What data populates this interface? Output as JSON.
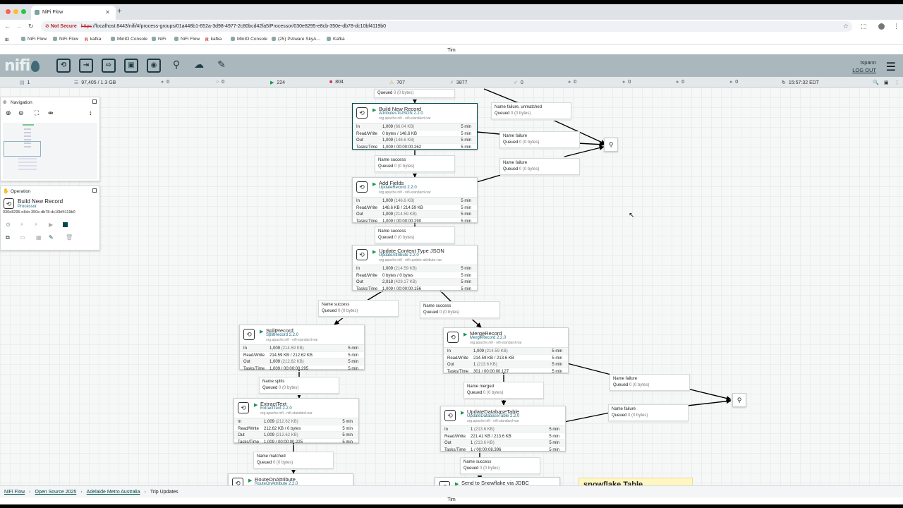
{
  "browser": {
    "tab_title": "NiFi Flow",
    "security_label": "Not Secure",
    "url_scheme": "https",
    "url_rest": "://localhost:8443/nifi/#/process-groups/01a448b1-652a-3d98-4977-2c80bcd42fa5/Processor/030e8295-e8cb-350e-db78-dc10bf4119b0",
    "bookmarks": [
      "NiFi Flow",
      "NiFi Flow",
      "kafka",
      "MinIO Console",
      "NiFi",
      "NiFi Flow",
      "kafka",
      "MinIO Console",
      "(25) PiAware SkyA...",
      "Kafka"
    ]
  },
  "presenter_name": "Tim",
  "header": {
    "logo": "nifi",
    "username": "tspann",
    "logout": "LOG OUT"
  },
  "status": {
    "threads": "1",
    "queued": "97,405 / 1.3 GB",
    "transmitting": "0",
    "not_transmitting": "0",
    "running": "224",
    "stopped": "804",
    "invalid": "707",
    "disabled": "3877",
    "up_to_date": "0",
    "locally_modified": "0",
    "stale": "0",
    "modified_stale": "0",
    "sync_failure": "0",
    "refreshed": "15:57:32 EDT"
  },
  "navigation_title": "Navigation",
  "operation": {
    "title": "Operation",
    "name": "Build New Record",
    "kind": "Processor",
    "id": "030e8295-e8cb-350e-db78-dc10bf4119b0"
  },
  "processors": {
    "build": {
      "name": "Build New Record",
      "type": "AttributesToJSON 2.2.0",
      "bundle": "org.apache.nifi - nifi-standard-nar",
      "in": "1,009",
      "in_size": "(66.04 KB)",
      "rw": "0 bytes / 148.6 KB",
      "out": "1,009",
      "out_size": "(146.6 KB)",
      "tasks": "1,009 / 00:00:00.262",
      "window": "5 min"
    },
    "addfields": {
      "name": "Add Fields",
      "type": "UpdateRecord 2.2.0",
      "bundle": "org.apache.nifi - nifi-standard-nar",
      "in": "1,009",
      "in_size": "(146.6 KB)",
      "rw": "148.6 KB / 214.59 KB",
      "out": "1,009",
      "out_size": "(214.59 KB)",
      "tasks": "1,009 / 00:00:00.290",
      "window": "5 min"
    },
    "updatect": {
      "name": "Update Content Type JSON",
      "type": "UpdateAttribute 2.2.0",
      "bundle": "org.apache.nifi - nifi-update-attribute-nar",
      "in": "1,009",
      "in_size": "(214.59 KB)",
      "rw": "0 bytes / 0 bytes",
      "out": "2,018",
      "out_size": "(429.17 KB)",
      "tasks": "1,009 / 00:00:00.156",
      "window": "5 min"
    },
    "split": {
      "name": "SplitRecord",
      "type": "SplitRecord 2.2.0",
      "bundle": "org.apache.nifi - nifi-standard-nar",
      "in": "1,009",
      "in_size": "(214.59 KB)",
      "rw": "214.59 KB / 212.62 KB",
      "out": "1,009",
      "out_size": "(212.62 KB)",
      "tasks": "1,009 / 00:00:00.295",
      "window": "5 min"
    },
    "merge": {
      "name": "MergeRecord",
      "type": "MergeRecord 2.2.0",
      "bundle": "org.apache.nifi - nifi-standard-nar",
      "in": "1,009",
      "in_size": "(214.59 KB)",
      "rw": "214.59 KB / 213.6 KB",
      "out": "1",
      "out_size": "(213.6 KB)",
      "tasks": "301 / 00:00:00.127",
      "window": "5 min"
    },
    "extract": {
      "name": "ExtractText",
      "type": "ExtractText 2.2.0",
      "bundle": "org.apache.nifi - nifi-standard-nar",
      "in": "1,009",
      "in_size": "(212.62 KB)",
      "rw": "212.62 KB / 0 bytes",
      "out": "1,009",
      "out_size": "(212.62 KB)",
      "tasks": "1,009 / 00:00:00.225",
      "window": "5 min"
    },
    "updatedb": {
      "name": "UpdateDatabaseTable",
      "type": "UpdateDatabaseTable 2.2.0",
      "bundle": "org.apache.nifi - nifi-standard-nar",
      "in": "1",
      "in_size": "(213.6 KB)",
      "rw": "221.41 KB / 213.6 KB",
      "out": "1",
      "out_size": "(213.6 KB)",
      "tasks": "1 / 00:00:08.396",
      "window": "5 min"
    },
    "route": {
      "name": "RouteOnAttribute",
      "type": "RouteOnAttribute 2.2.0"
    },
    "snowflake": {
      "name": "Send to Snowflake via JDBC"
    }
  },
  "row_labels": {
    "in": "In",
    "rw": "Read/Write",
    "out": "Out",
    "tasks": "Tasks/Time"
  },
  "connections": {
    "name_key": "Name",
    "queued_key": "Queued",
    "top_queued": "0 (0 bytes)",
    "c1": {
      "name": "failure, unmatched",
      "queued": "0 (0 bytes)"
    },
    "c2": {
      "name": "failure",
      "queued": "0 (0 bytes)"
    },
    "c3": {
      "name": "success",
      "queued": "0 (0 bytes)"
    },
    "c4": {
      "name": "failure",
      "queued": "0 (0 bytes)"
    },
    "c5": {
      "name": "success",
      "queued": "0 (0 bytes)"
    },
    "c6": {
      "name": "success",
      "queued": "0 (0 bytes)"
    },
    "c7": {
      "name": "success",
      "queued": "0 (0 bytes)"
    },
    "c8": {
      "name": "splits",
      "queued": "0 (0 bytes)"
    },
    "c9": {
      "name": "merged",
      "queued": "0 (0 bytes)"
    },
    "c10": {
      "name": "failure",
      "queued": "0 (0 bytes)"
    },
    "c11": {
      "name": "failure",
      "queued": "0 (0 bytes)"
    },
    "c12": {
      "name": "matched",
      "queued": "0 (0 bytes)"
    },
    "c13": {
      "name": "success",
      "queued": "0 (0 bytes)"
    }
  },
  "label_note": "snowflake Table",
  "breadcrumbs": [
    "NiFi Flow",
    "Open Source 2025",
    "Adelaide Metro Australia",
    "Trip Updates"
  ],
  "colors": {
    "header": "#aab8be",
    "accent": "#004849",
    "running": "#1a9650",
    "stopped": "#c4293d",
    "invalid": "#cf9f5d"
  }
}
